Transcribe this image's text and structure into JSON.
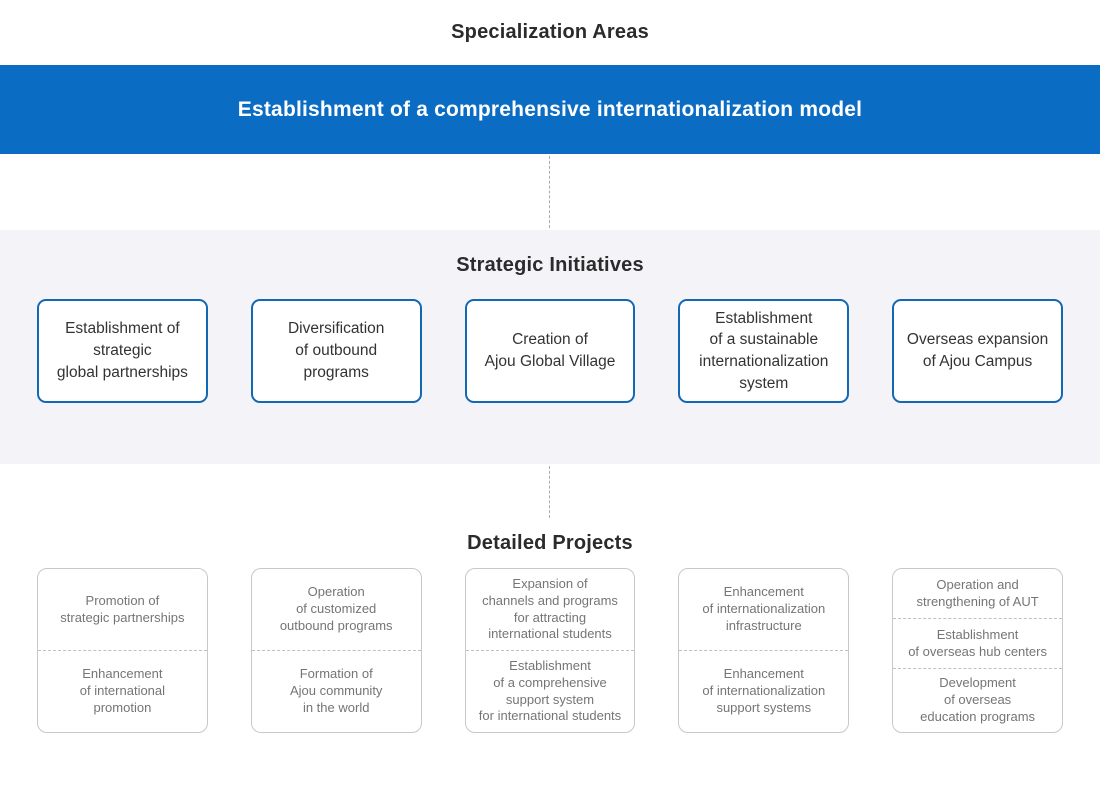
{
  "colors": {
    "banner_blue": "#0a6cc3",
    "strategic_box_border_blue": "#1268b3",
    "section_background_gray": "#f4f4f8",
    "detail_border_gray": "#c8c8c8",
    "detail_text_gray": "#757575"
  },
  "header": {
    "title": "Specialization Areas",
    "banner_label": "Establishment of a comprehensive internationalization model"
  },
  "strategic": {
    "title": "Strategic Initiatives",
    "items": [
      {
        "label": "Establishment of\nstrategic\nglobal partnerships"
      },
      {
        "label": "Diversification\nof outbound\nprograms"
      },
      {
        "label": "Creation of\nAjou Global Village"
      },
      {
        "label": "Establishment\nof a sustainable\ninternationalization\nsystem"
      },
      {
        "label": "Overseas expansion\nof Ajou Campus"
      }
    ]
  },
  "detailed": {
    "title": "Detailed Projects",
    "columns": [
      {
        "projects": [
          "Promotion of\nstrategic partnerships",
          "Enhancement\nof international\npromotion"
        ]
      },
      {
        "projects": [
          "Operation\nof customized\noutbound programs",
          "Formation of\nAjou community\nin the world"
        ]
      },
      {
        "projects": [
          "Expansion of\nchannels and programs\nfor attracting\ninternational students",
          "Establishment\nof a comprehensive\nsupport system\nfor international students"
        ]
      },
      {
        "projects": [
          "Enhancement\nof internationalization\ninfrastructure",
          "Enhancement\nof internationalization\nsupport systems"
        ]
      },
      {
        "projects": [
          "Operation and\nstrengthening of AUT",
          "Establishment\nof overseas hub centers",
          "Development\nof overseas\neducation programs"
        ]
      }
    ]
  }
}
